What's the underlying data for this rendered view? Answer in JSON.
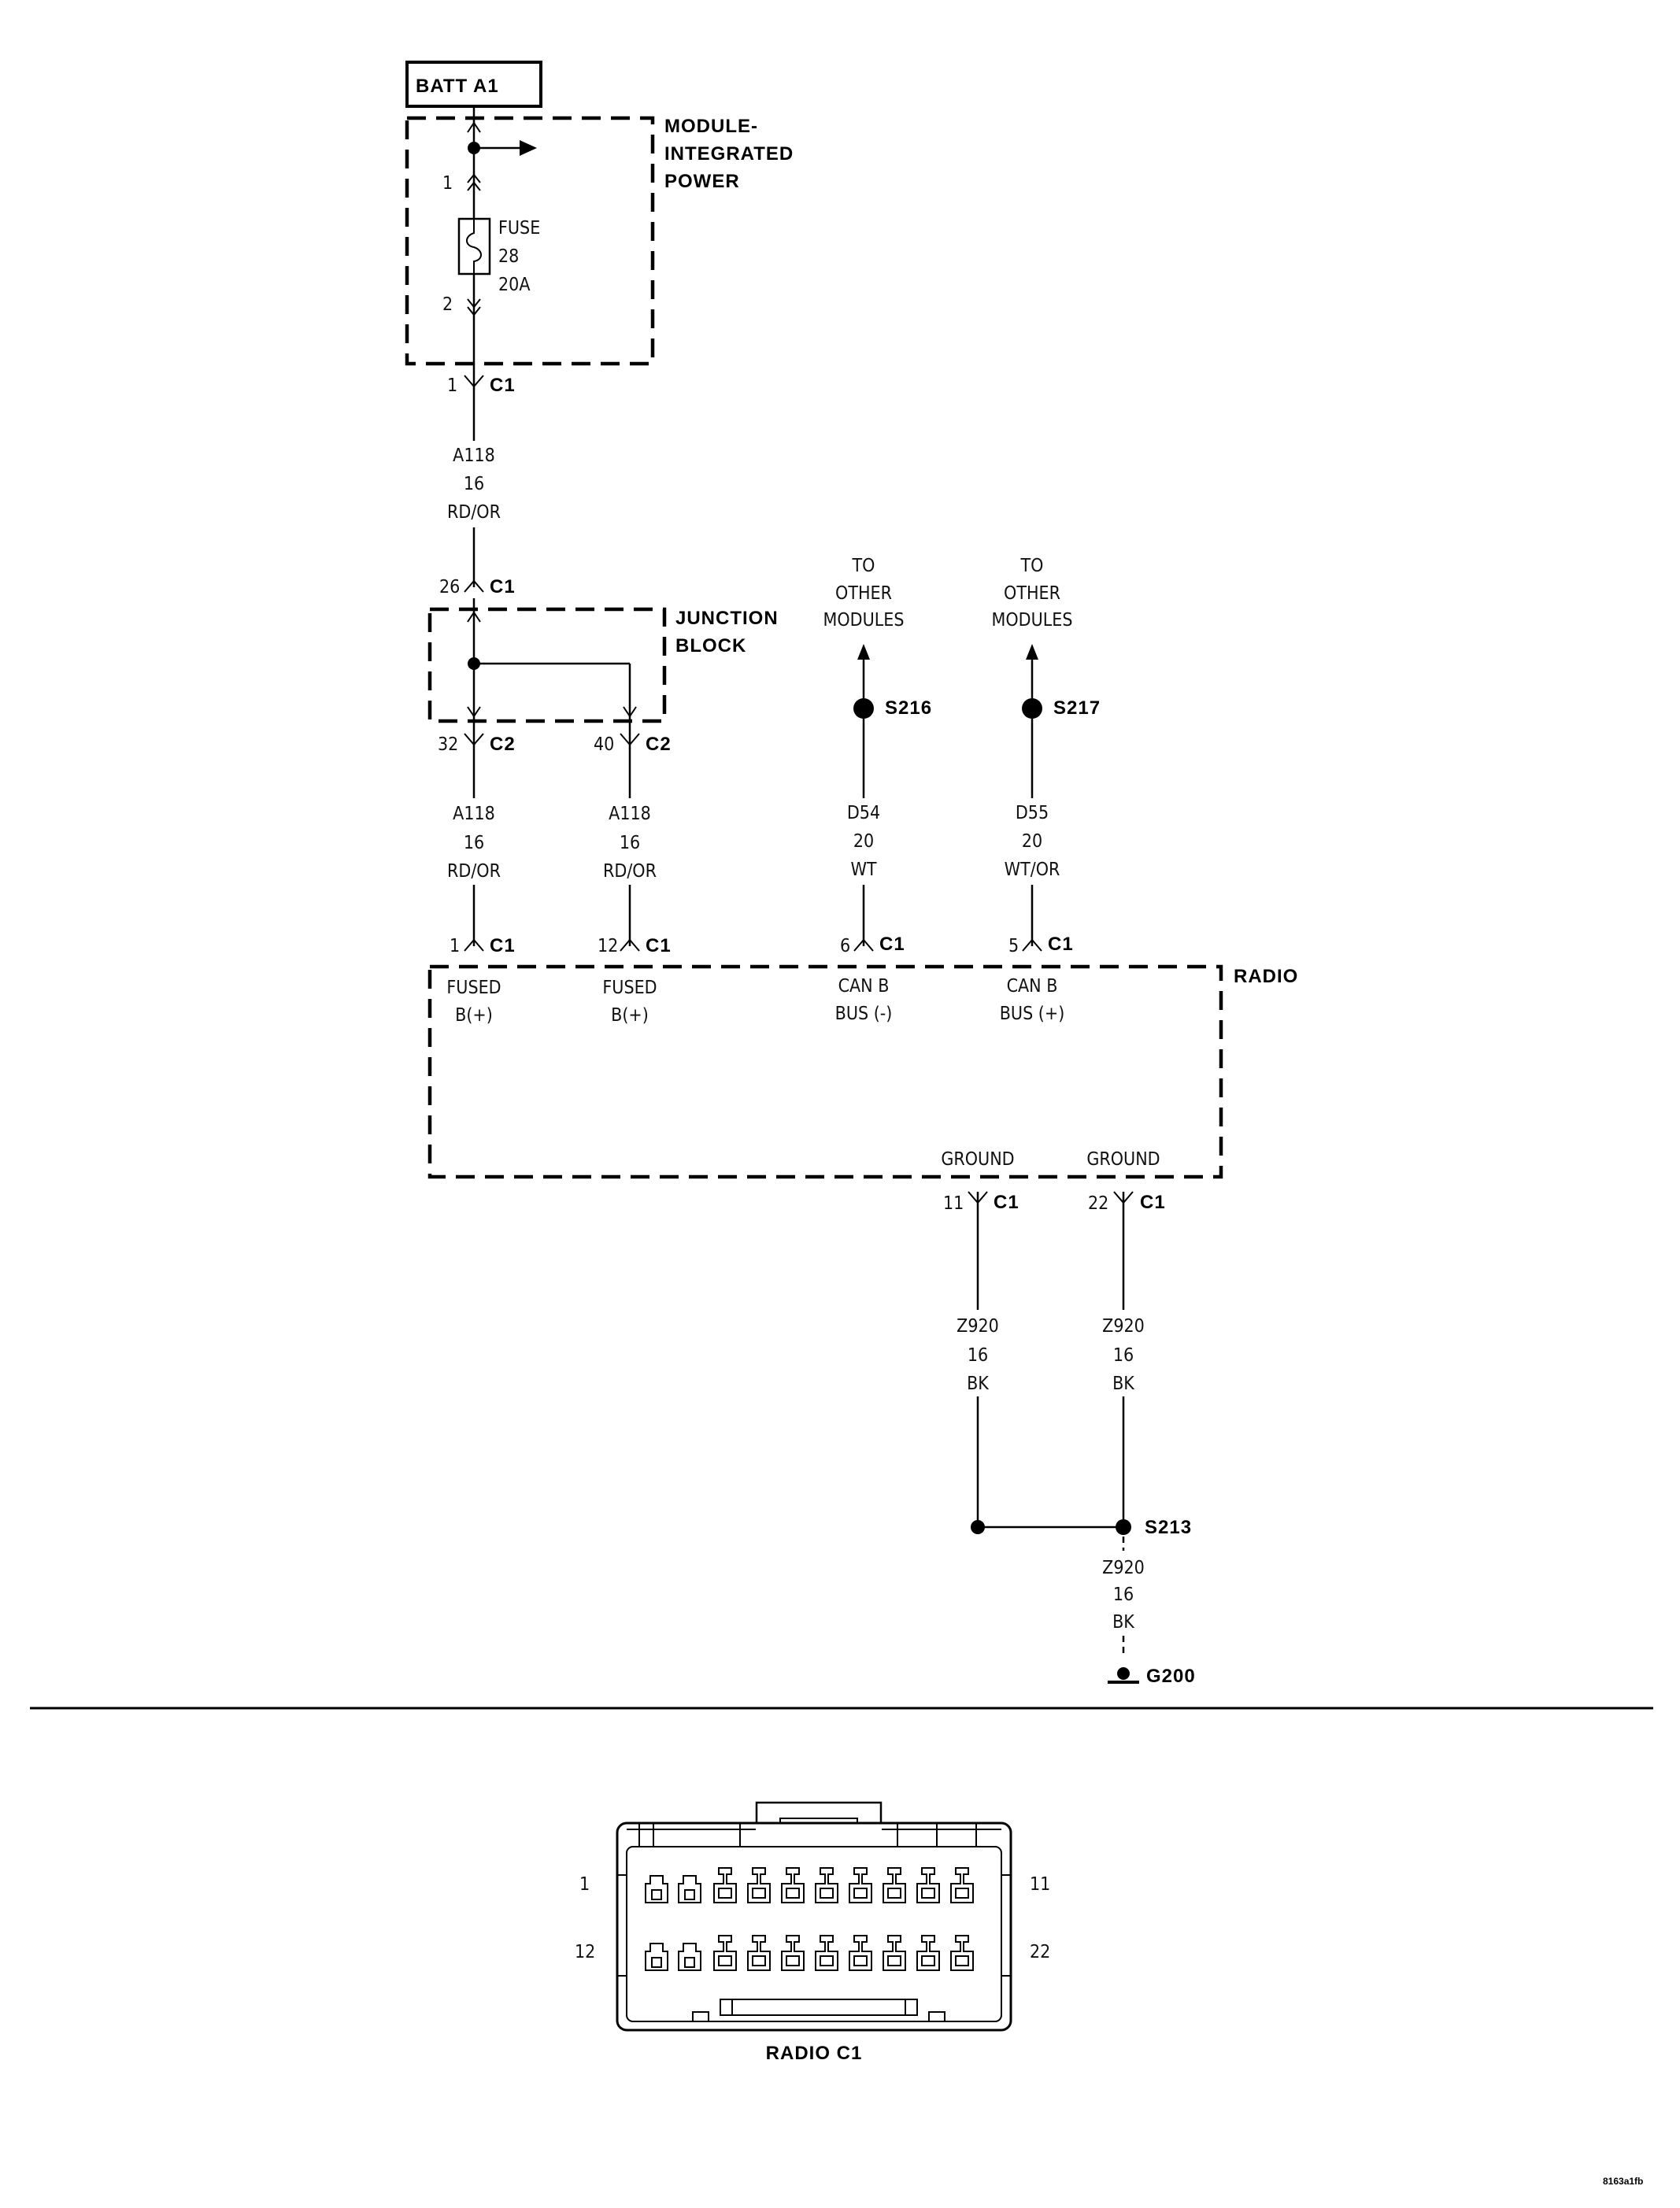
{
  "batt_label": "BATT A1",
  "module_power": {
    "line1": "MODULE-",
    "line2": "INTEGRATED",
    "line3": "POWER"
  },
  "fuse": {
    "pin_top": "1",
    "pin_bottom": "2",
    "label": "FUSE",
    "number": "28",
    "rating": "20A"
  },
  "mip_out": {
    "pin": "1",
    "conn": "C1"
  },
  "wire_a118_top": {
    "code": "A118",
    "gauge": "16",
    "color": "RD/OR"
  },
  "jb_in": {
    "pin": "26",
    "conn": "C1"
  },
  "junction_block": {
    "line1": "JUNCTION",
    "line2": "BLOCK"
  },
  "jb_out1": {
    "pin": "32",
    "conn": "C2"
  },
  "jb_out2": {
    "pin": "40",
    "conn": "C2"
  },
  "wire_a118_left": {
    "code": "A118",
    "gauge": "16",
    "color": "RD/OR"
  },
  "wire_a118_right": {
    "code": "A118",
    "gauge": "16",
    "color": "RD/OR"
  },
  "to_other_left": {
    "line1": "TO",
    "line2": "OTHER",
    "line3": "MODULES"
  },
  "to_other_right": {
    "line1": "TO",
    "line2": "OTHER",
    "line3": "MODULES"
  },
  "splice_s216": "S216",
  "splice_s217": "S217",
  "wire_d54": {
    "code": "D54",
    "gauge": "20",
    "color": "WT"
  },
  "wire_d55": {
    "code": "D55",
    "gauge": "20",
    "color": "WT/OR"
  },
  "radio_pins": [
    {
      "pin": "1",
      "conn": "C1",
      "line1": "FUSED",
      "line2": "B(+)"
    },
    {
      "pin": "12",
      "conn": "C1",
      "line1": "FUSED",
      "line2": "B(+)"
    },
    {
      "pin": "6",
      "conn": "C1",
      "line1": "CAN B",
      "line2": "BUS (-)"
    },
    {
      "pin": "5",
      "conn": "C1",
      "line1": "CAN B",
      "line2": "BUS (+)"
    }
  ],
  "radio_label": "RADIO",
  "ground_pins": [
    {
      "label": "GROUND",
      "pin": "11",
      "conn": "C1"
    },
    {
      "label": "GROUND",
      "pin": "22",
      "conn": "C1"
    }
  ],
  "wire_z920_left": {
    "code": "Z920",
    "gauge": "16",
    "color": "BK"
  },
  "wire_z920_right": {
    "code": "Z920",
    "gauge": "16",
    "color": "BK"
  },
  "splice_s213": "S213",
  "wire_z920_ground": {
    "code": "Z920",
    "gauge": "16",
    "color": "BK"
  },
  "ground_g200": "G200",
  "connector_view": {
    "title": "RADIO C1",
    "pin_labels": {
      "top_left": "1",
      "top_right": "11",
      "bottom_left": "12",
      "bottom_right": "22"
    }
  },
  "figure_id": "8163a1fb"
}
